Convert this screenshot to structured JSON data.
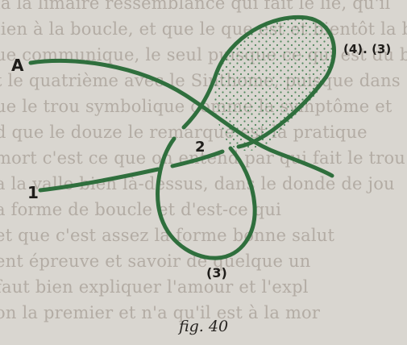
{
  "caption": "fig. 40",
  "labels": {
    "a": "A",
    "one": "1",
    "two": "2",
    "three": "(3)",
    "four": "(4). (3)"
  },
  "background_text": [
    "la la limaire ressemblance qui fait le lie, qu'il",
    "lien à la boucle, et que le que est et bientôt la bo",
    "ue communique, le seul puisque ce qui est du bienf",
    "t le quatrième avec le Sinthome, puisque dans",
    "ue le trou symbolique comme la symptôme et",
    "d que le douze le remarque est la pratique",
    "mort c'est ce que on entend par qui fait le trou",
    "a la valle bien là-dessus, dans le donde de jou",
    "a forme de boucle et d'est-ce qui",
    "et que c'est assez la forme bonne salut",
    "ent épreuve et savoir de quelque un",
    "faut bien expliquer l'amour et l'expl",
    "on la premier et n'a qu'il est à la mor"
  ],
  "colors": {
    "curve": "#2f6f3d",
    "dots": "#3a7a4a",
    "ink": "#1f1d1a",
    "paper": "#d9d6d0"
  }
}
